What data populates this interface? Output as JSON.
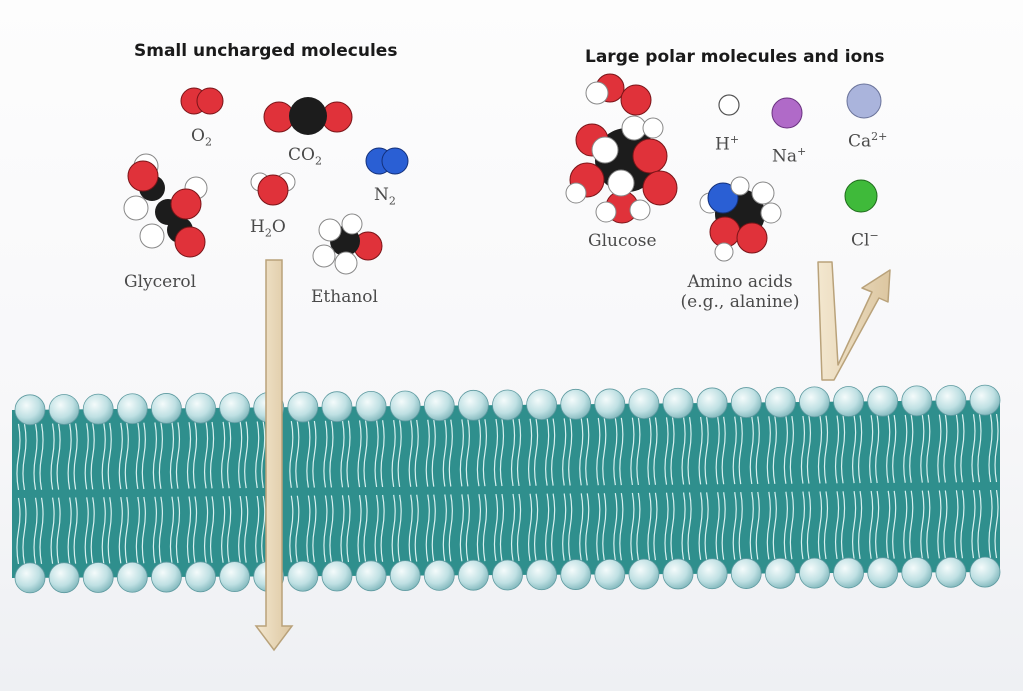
{
  "headings": {
    "small": "Small uncharged molecules",
    "large": "Large polar molecules and ions"
  },
  "labels": {
    "o2": {
      "base": "O",
      "sub": "2"
    },
    "co2": {
      "base": "CO",
      "sub": "2"
    },
    "n2": {
      "base": "N",
      "sub": "2"
    },
    "h2o": {
      "pre": "H",
      "sub": "2",
      "post": "O"
    },
    "glycerol": "Glycerol",
    "ethanol": "Ethanol",
    "h_ion": {
      "base": "H",
      "sup": "+"
    },
    "na_ion": {
      "base": "Na",
      "sup": "+"
    },
    "ca_ion": {
      "base": "Ca",
      "sup": "2+"
    },
    "cl_ion": {
      "base": "Cl",
      "sup": "−"
    },
    "glucose": "Glucose",
    "amino_line1": "Amino acids",
    "amino_line2": "(e.g., alanine)"
  },
  "colors": {
    "oxygen": "#e0323a",
    "carbon": "#1c1c1c",
    "nitrogen": "#2a5fd4",
    "hydrogen": "#ffffff",
    "sodium": "#b06ac8",
    "calcium": "#aab4dc",
    "chloride": "#3fba3a",
    "membrane": "#2f8f8d",
    "head": "#c9e6e8",
    "arrow": "#e8d8b8"
  }
}
